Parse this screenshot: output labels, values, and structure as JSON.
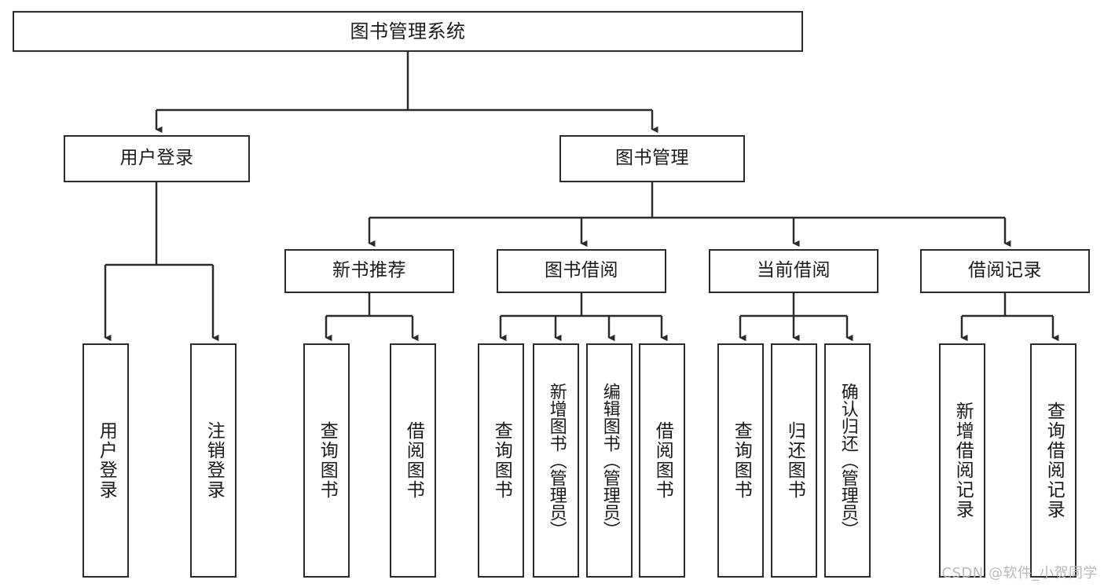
{
  "diagram": {
    "title": "图书管理系统",
    "type": "tree-hierarchy",
    "root": {
      "label": "图书管理系统"
    },
    "level1": [
      {
        "id": "user-login",
        "label": "用户登录"
      },
      {
        "id": "book-manage",
        "label": "图书管理"
      }
    ],
    "level2": [
      {
        "id": "new-book-rec",
        "label": "新书推荐",
        "parent": "book-manage"
      },
      {
        "id": "book-borrow",
        "label": "图书借阅",
        "parent": "book-manage"
      },
      {
        "id": "current-borrow",
        "label": "当前借阅",
        "parent": "book-manage"
      },
      {
        "id": "borrow-record",
        "label": "借阅记录",
        "parent": "book-manage"
      }
    ],
    "leaves": {
      "user_login": [
        {
          "id": "leaf-user-login",
          "label": "用户登录"
        },
        {
          "id": "leaf-logout",
          "label": "注销登录"
        }
      ],
      "new_book_rec": [
        {
          "id": "leaf-query-book-1",
          "label": "查询图书"
        },
        {
          "id": "leaf-borrow-book-1",
          "label": "借阅图书"
        }
      ],
      "book_borrow": [
        {
          "id": "leaf-query-book-2",
          "label": "查询图书"
        },
        {
          "id": "leaf-add-book",
          "label": "新增图书（管理员）"
        },
        {
          "id": "leaf-edit-book",
          "label": "编辑图书（管理员）"
        },
        {
          "id": "leaf-borrow-book-2",
          "label": "借阅图书"
        }
      ],
      "current_borrow": [
        {
          "id": "leaf-query-book-3",
          "label": "查询图书"
        },
        {
          "id": "leaf-return-book",
          "label": "归还图书"
        },
        {
          "id": "leaf-confirm-return",
          "label": "确认归还（管理员）"
        }
      ],
      "borrow_record": [
        {
          "id": "leaf-add-record",
          "label": "新增借阅记录"
        },
        {
          "id": "leaf-query-record",
          "label": "查询借阅记录"
        }
      ]
    },
    "colors": {
      "stroke": "#2b2b2b",
      "fill": "#ffffff",
      "text": "#1a1a1a",
      "watermark": "#b9b9b9"
    }
  },
  "watermark": {
    "text": "CSDN @软件_小贺同学"
  }
}
